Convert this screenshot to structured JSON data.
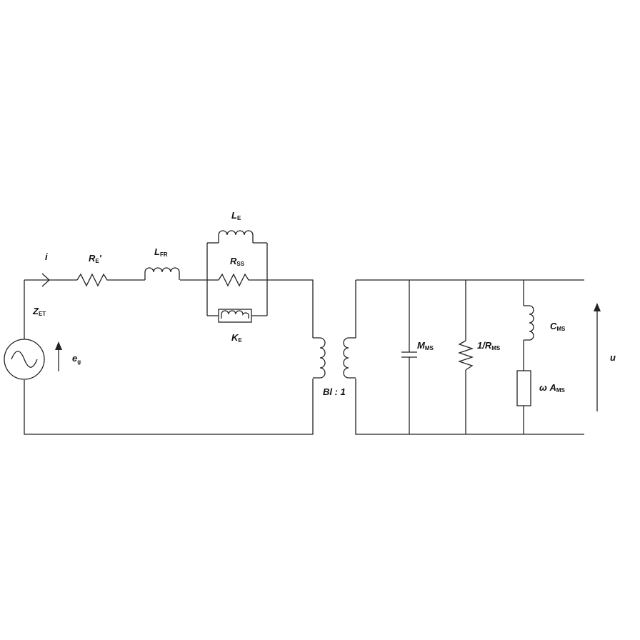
{
  "labels": {
    "current": "i",
    "re_main": "R",
    "re_sub": "E",
    "re_prime": "'",
    "lfr_main": "L",
    "lfr_sub": "FR",
    "le_main": "L",
    "le_sub": "E",
    "rss_main": "R",
    "rss_sub": "SS",
    "ke_main": "K",
    "ke_sub": "E",
    "zet_main": "Z",
    "zet_sub": "ET",
    "eg_main": "e",
    "eg_sub": "g",
    "bl_ratio": "Bl : 1",
    "mms_main": "M",
    "mms_sub": "MS",
    "rms_main": "1/R",
    "rms_sub": "MS",
    "cms_main": "C",
    "cms_sub": "MS",
    "ams_main": "ω A",
    "ams_sub": "MS",
    "u": "u"
  }
}
